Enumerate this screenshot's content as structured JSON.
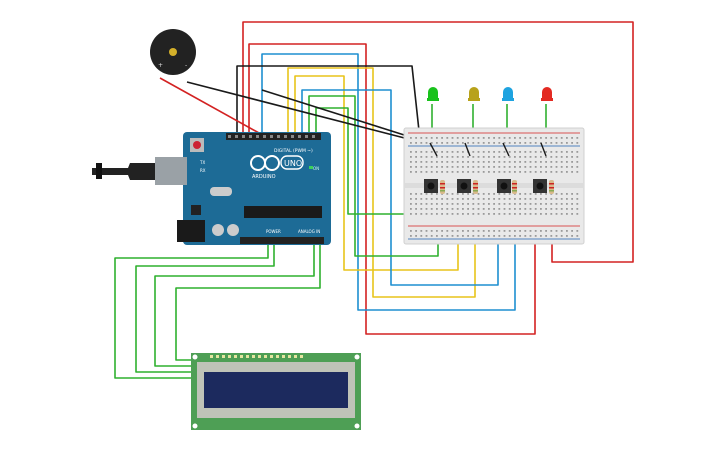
{
  "arduino": {
    "brand": "ARDUINO",
    "model": "UNO",
    "digital_label": "DIGITAL (PWM ~)",
    "power_label": "POWER",
    "analog_label": "ANALOG IN",
    "on_label": "ON",
    "tx_label": "TX",
    "rx_label": "RX"
  },
  "components": {
    "leds": [
      {
        "name": "led-green",
        "color": "#19c21c"
      },
      {
        "name": "led-yellow",
        "color": "#b8a21a"
      },
      {
        "name": "led-blue",
        "color": "#1ea3e0"
      },
      {
        "name": "led-red",
        "color": "#e32a22"
      }
    ],
    "buttons": 4,
    "resistors": 4,
    "buzzer_pins": {
      "plus": "+",
      "minus": "-"
    }
  },
  "wire_colors": {
    "red": "#d32222",
    "black": "#1a1a1a",
    "blue": "#1e8fd0",
    "yellow": "#e8c41a",
    "green": "#2fb02f"
  },
  "board_colors": {
    "arduino": "#1d6b96",
    "breadboard": "#e9e9e9",
    "lcd_pcb": "#4e9f55",
    "lcd_screen": "#1c2a5e"
  }
}
